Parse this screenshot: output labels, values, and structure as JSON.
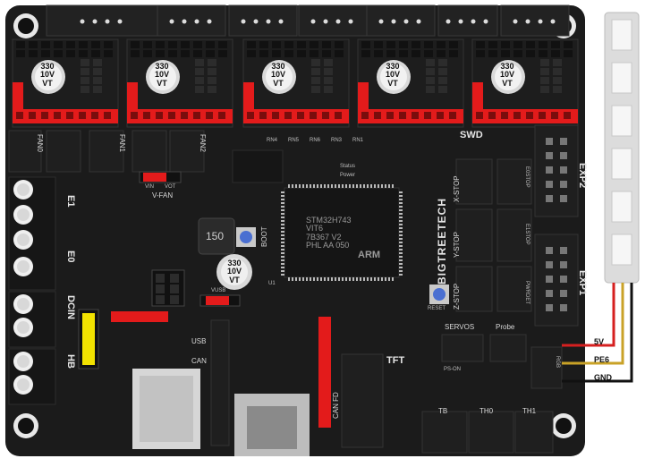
{
  "board": {
    "brand": "BIGTREETECH",
    "mcu_lines": [
      "STM32H743",
      "VIT6",
      "7B367 V2",
      "PHL  AA  050"
    ],
    "mcu_logo": "ARM",
    "inductor": "150",
    "cap_text": [
      "330",
      "10V",
      "VT"
    ]
  },
  "labels": {
    "swd": "SWD",
    "exp2": "EXP2",
    "exp1": "EXP1",
    "fan0": "FAN0",
    "fan1": "FAN1",
    "fan2": "FAN2",
    "vfan": "V-FAN",
    "vin": "VIN",
    "vot": "VOT",
    "e1": "E1",
    "e0": "E0",
    "dcin": "DCIN",
    "hb": "HB",
    "usb": "USB",
    "can": "CAN",
    "boot": "BOOT",
    "reset": "RESET",
    "vusb": "VUSB",
    "status": "Status",
    "power": "Power",
    "rn_labels": [
      "RN4",
      "RN5",
      "RN6",
      "RN3",
      "RN1"
    ],
    "xstop": "X-STOP",
    "ystop": "Y-STOP",
    "zstop": "Z-STOP",
    "estops": [
      "E0STOP",
      "E1STOP",
      "PWRDET"
    ],
    "servos": "SERVOS",
    "probe": "Probe",
    "tft": "TFT",
    "canfd": "CAN FD",
    "pson": "PS-ON",
    "rgb": "RGB",
    "tb": "TB",
    "th0": "TH0",
    "th1": "TH1",
    "u1": "U1"
  },
  "wires": [
    {
      "label": "5V",
      "color": "#d62020"
    },
    {
      "label": "PE6",
      "color": "#c9a227"
    },
    {
      "label": "GND",
      "color": "#111111"
    }
  ],
  "colors": {
    "pcb": "#1b1b1b",
    "header_red": "#e31b1b",
    "connector": "#2a2a2a",
    "pin": "#3a3a3a"
  }
}
